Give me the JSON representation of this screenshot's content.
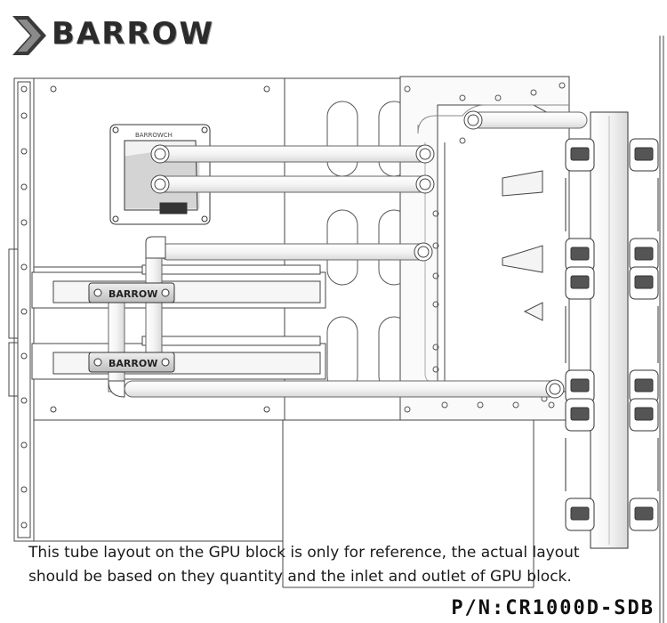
{
  "header": {
    "brand": "BARROW",
    "pump_logo_text": "BARROWCH",
    "bridge_label": "BARROW"
  },
  "caption": {
    "line1": "This tube layout on the GPU block is only for reference, the actual layout",
    "line2": "should be based on they quantity and the inlet and outlet of GPU block."
  },
  "part_number": "P/N:CR1000D-SDB",
  "colors": {
    "line": "#444444",
    "tube": "#f2f2f2",
    "fill": "#ffffff",
    "brand": "#2b2b2b"
  }
}
